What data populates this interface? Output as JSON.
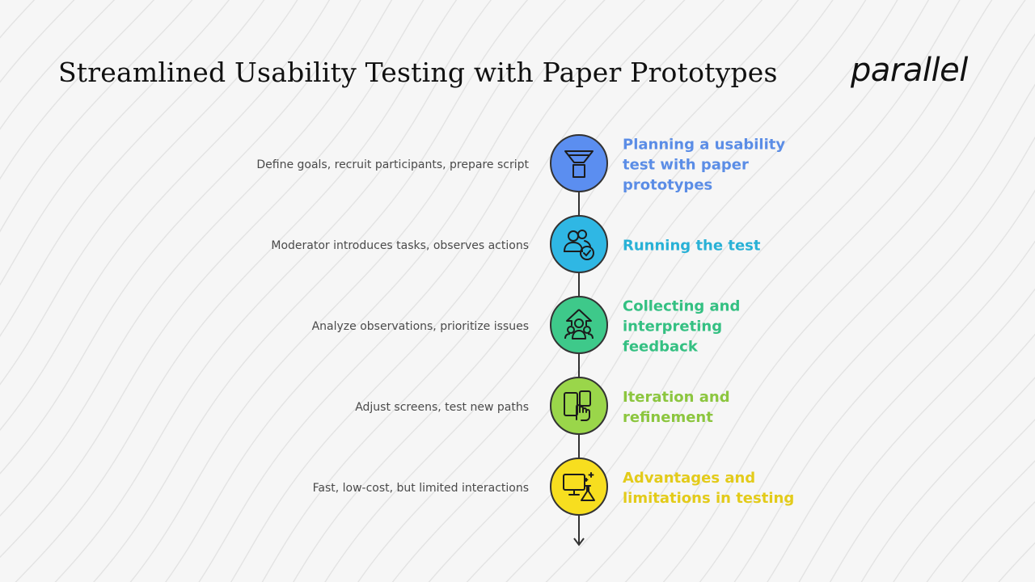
{
  "header": {
    "title": "Streamlined Usability Testing with Paper Prototypes",
    "logo_text": "parallel"
  },
  "steps": [
    {
      "label": "Planning a usability test with paper prototypes",
      "description": "Define goals, recruit participants, prepare script",
      "color": "#5b8de6",
      "circle_color": "#5b8ef0",
      "icon": "funnel-icon"
    },
    {
      "label": "Running the test",
      "description": "Moderator introduces tasks, observes actions",
      "color": "#29b1d6",
      "circle_color": "#2fb7e4",
      "icon": "users-check-icon"
    },
    {
      "label": "Collecting and interpreting feedback",
      "description": "Analyze observations, prioritize issues",
      "color": "#34c082",
      "circle_color": "#3ec98a",
      "icon": "group-growth-icon"
    },
    {
      "label": "Iteration and refinement",
      "description": "Adjust screens, test new paths",
      "color": "#8cc63f",
      "circle_color": "#9ad64a",
      "icon": "touch-screens-icon"
    },
    {
      "label": "Advantages and limitations in testing",
      "description": "Fast, low-cost, but limited interactions",
      "color": "#e3cb1a",
      "circle_color": "#f7de1f",
      "icon": "computer-flask-icon"
    }
  ]
}
